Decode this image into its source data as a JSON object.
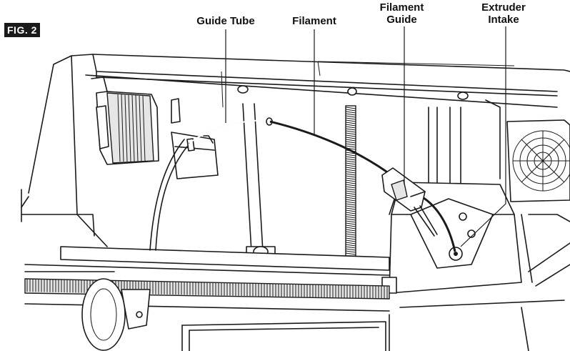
{
  "figure": {
    "label": "FIG. 2"
  },
  "callouts": {
    "guide_tube": "Guide Tube",
    "filament": "Filament",
    "filament_guide": "Filament\nGuide",
    "extruder_intake": "Extruder\nIntake"
  }
}
